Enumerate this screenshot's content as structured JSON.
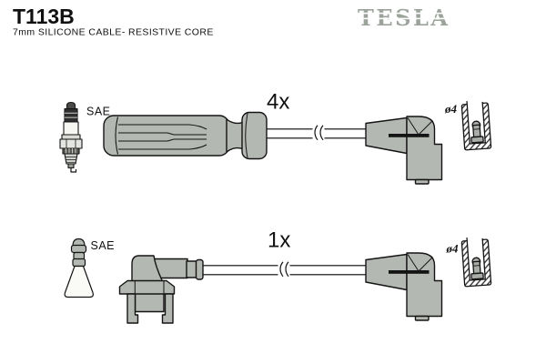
{
  "header": {
    "part_number": "T113B",
    "subtitle": "7mm SILICONE CABLE- RESISTIVE CORE",
    "brand_logo": "TESLA"
  },
  "diagram": {
    "rows": [
      {
        "plug_standard_label": "SAE",
        "quantity_label": "4x",
        "terminal_diameter_label": "ø4",
        "plug_icon": "spark-plug-side-icon",
        "left_end_icon": "straight-spark-plug-boot-icon",
        "right_end_icon": "angled-distributor-boot-icon",
        "terminal_detail_icon": "socket-terminal-cross-section-icon"
      },
      {
        "plug_standard_label": "SAE",
        "quantity_label": "1x",
        "terminal_diameter_label": "ø4",
        "plug_icon": "spark-plug-terminal-icon",
        "left_end_icon": "angled-boot-with-heat-shield-clip-icon",
        "right_end_icon": "angled-distributor-boot-icon",
        "terminal_detail_icon": "socket-terminal-cross-section-icon"
      }
    ]
  },
  "colors": {
    "background": "#ffffff",
    "outline": "#141414",
    "part_gray": "#b4b8b2",
    "terminal_gray": "#a9ada7",
    "dark_band": "#2e2e2e",
    "logo_gray": "#9ba39b",
    "text": "#101010"
  }
}
